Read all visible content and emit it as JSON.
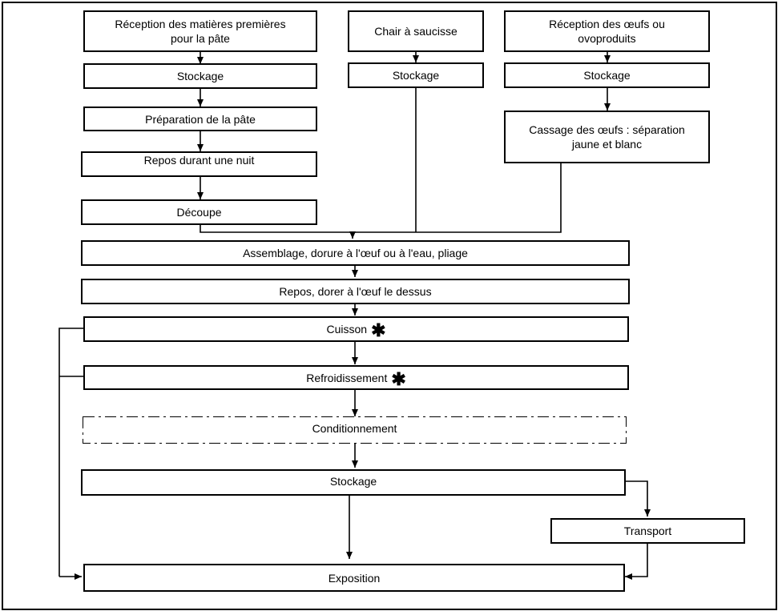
{
  "steps": {
    "reception_pate": "Réception des matières premières pour la pâte",
    "chair": "Chair à saucisse",
    "reception_oeufs": "Réception des œufs ou ovoproduits",
    "stockage_pate": "Stockage",
    "stockage_chair": "Stockage",
    "stockage_oeufs": "Stockage",
    "preparation": "Préparation de la pâte",
    "cassage": "Cassage des œufs : séparation jaune et blanc",
    "repos_nuit": "Repos durant une nuit",
    "decoupe": "Découpe",
    "assemblage": "Assemblage, dorure à l'œuf ou à l'eau,  pliage",
    "repos_dorer": "Repos, dorer à l'œuf le dessus",
    "cuisson": "Cuisson",
    "refroidissement": "Refroidissement",
    "conditionnement": "Conditionnement",
    "stockage_final": "Stockage",
    "transport": "Transport",
    "exposition": "Exposition"
  },
  "markers": {
    "critical_star": "✱"
  }
}
